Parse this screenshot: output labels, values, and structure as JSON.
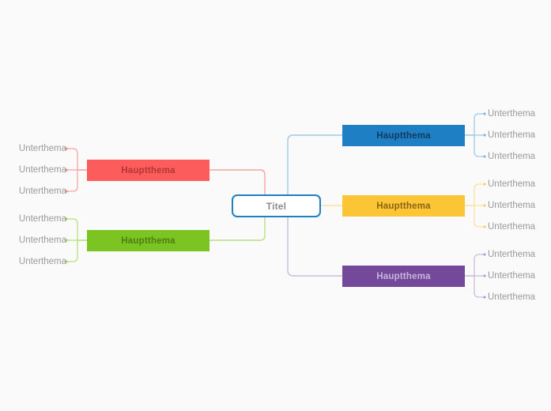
{
  "diagram": {
    "type": "mindmap",
    "title_text": "Titel",
    "background_color": "#fafafa",
    "root": {
      "label": "Titel",
      "border_color": "#1f7fc4",
      "fill_color": "#ffffff",
      "text_color": "#8c8c8c"
    },
    "branches": [
      {
        "id": "red",
        "label": "Hauptthema",
        "side": "left",
        "fill_color": "#fc5c5c",
        "text_color": "#b53636",
        "line_color": "#f9a3a3",
        "leaves": [
          {
            "label": "Unterthema"
          },
          {
            "label": "Unterthema"
          },
          {
            "label": "Unterthema"
          }
        ]
      },
      {
        "id": "green",
        "label": "Hauptthema",
        "side": "left",
        "fill_color": "#7cc422",
        "text_color": "#4e7d12",
        "line_color": "#b8e07e",
        "leaves": [
          {
            "label": "Unterthema"
          },
          {
            "label": "Unterthema"
          },
          {
            "label": "Unterthema"
          }
        ]
      },
      {
        "id": "blue",
        "label": "Hauptthema",
        "side": "right",
        "fill_color": "#1f7fc4",
        "text_color": "#123a5e",
        "line_color": "#9dcbe8",
        "leaves": [
          {
            "label": "Unterthema"
          },
          {
            "label": "Unterthema"
          },
          {
            "label": "Unterthema"
          }
        ]
      },
      {
        "id": "yellow",
        "label": "Hauptthema",
        "side": "right",
        "fill_color": "#fbc536",
        "text_color": "#8a6410",
        "line_color": "#fde1a0",
        "leaves": [
          {
            "label": "Unterthema"
          },
          {
            "label": "Unterthema"
          },
          {
            "label": "Unterthema"
          }
        ]
      },
      {
        "id": "purple",
        "label": "Hauptthema",
        "side": "right",
        "fill_color": "#74489b",
        "text_color": "#c9b5dc",
        "line_color": "#cbbcdf",
        "leaves": [
          {
            "label": "Unterthema"
          },
          {
            "label": "Unterthema"
          },
          {
            "label": "Unterthema"
          }
        ]
      }
    ]
  }
}
